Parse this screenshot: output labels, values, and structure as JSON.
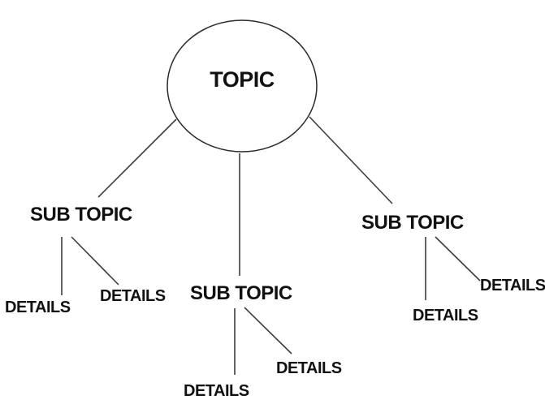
{
  "diagram": {
    "type": "mind-map",
    "topic": {
      "label": "TOPIC"
    },
    "subtopics": [
      {
        "label": "SUB TOPIC",
        "details": [
          {
            "label": "DETAILS"
          },
          {
            "label": "DETAILS"
          }
        ]
      },
      {
        "label": "SUB TOPIC",
        "details": [
          {
            "label": "DETAILS"
          },
          {
            "label": "DETAILS"
          }
        ]
      },
      {
        "label": "SUB TOPIC",
        "details": [
          {
            "label": "DETAILS"
          },
          {
            "label": "DETAILS"
          }
        ]
      }
    ]
  },
  "colors": {
    "background": "#ffffff",
    "line": "#3d3d3d",
    "circle_stroke": "#2a2a2a",
    "text": "#111111"
  }
}
